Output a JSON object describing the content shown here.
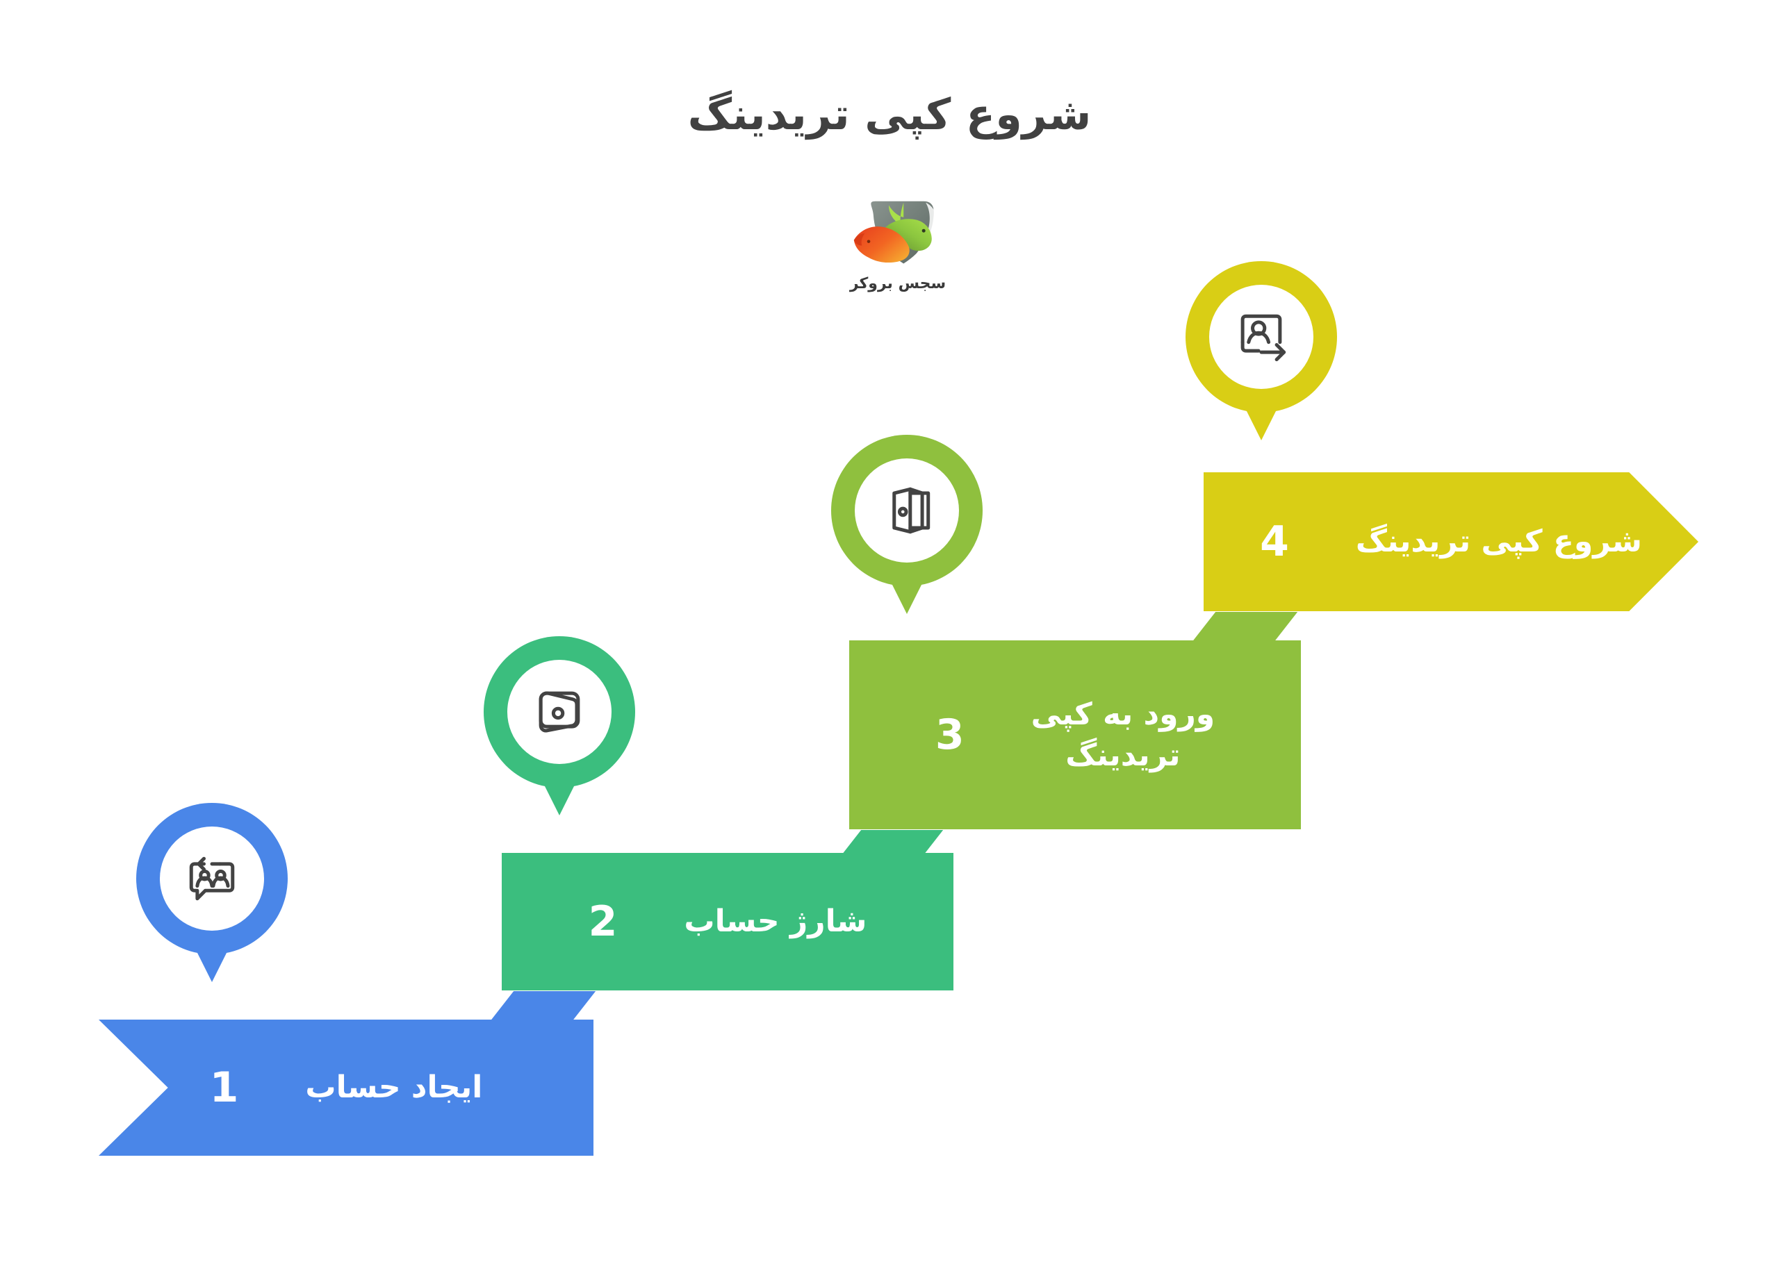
{
  "page": {
    "title": "شروع کپی تریدینگ",
    "background_color": "#FFFFFF",
    "direction": "rtl",
    "language": "fa"
  },
  "brand": {
    "logo_name": "sejes-broker-logo",
    "logo_text": "سجس بروکر",
    "logo_description": "bull-and-bear shield emblem",
    "colors": {
      "shield_gray": "#6E7B74",
      "bull_green": "#8CC63F",
      "bear_orange": "#F26522",
      "bear_yellow": "#F5A623"
    }
  },
  "colors": {
    "step_1": "#4A86E8",
    "step_2": "#3BBE7E",
    "step_3": "#8FC03E",
    "step_4": "#D9CE15",
    "icon_stroke": "#434343",
    "title_text": "#414141",
    "banner_text": "#FFFFFF"
  },
  "steps": [
    {
      "number": "1",
      "label": "ایجاد حساب",
      "color": "#4A86E8",
      "icon_name": "users-chat-return-icon",
      "icon_description": "two people inside a speech bubble with a return arrow",
      "shape": "ribbon-with-chevron-notch"
    },
    {
      "number": "2",
      "label": "شارژ حساب",
      "color": "#3BBE7E",
      "icon_name": "wallet-icon",
      "icon_description": "closed wallet with coin slot",
      "shape": "rectangle"
    },
    {
      "number": "3",
      "label": "ورود به کپی\nتریدینگ",
      "color": "#8FC03E",
      "icon_name": "open-door-icon",
      "icon_description": "open door with knob",
      "shape": "rectangle"
    },
    {
      "number": "4",
      "label": "شروع کپی تریدینگ",
      "color": "#D9CE15",
      "icon_name": "user-login-arrow-icon",
      "icon_description": "framed person portrait with arrow pointing out",
      "shape": "right-pointing-arrow"
    }
  ],
  "chart_data": {
    "type": "diagram",
    "diagram_type": "ascending-step-process",
    "title": "شروع کپی تریدینگ",
    "step_count": 4,
    "direction": "rtl",
    "categories": [
      "1",
      "2",
      "3",
      "4"
    ],
    "labels": [
      "ایجاد حساب",
      "شارژ حساب",
      "ورود به کپی تریدینگ",
      "شروع کپی تریدینگ"
    ],
    "colors": [
      "#4A86E8",
      "#3BBE7E",
      "#8FC03E",
      "#D9CE15"
    ],
    "icons": [
      "users-chat-return-icon",
      "wallet-icon",
      "open-door-icon",
      "user-login-arrow-icon"
    ]
  }
}
